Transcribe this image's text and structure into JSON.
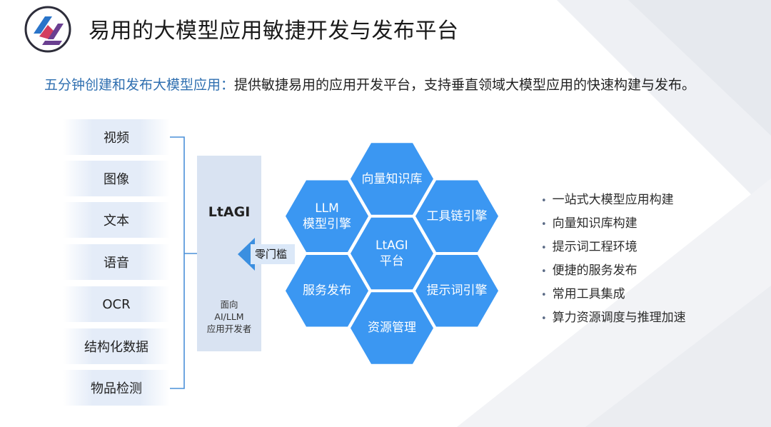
{
  "slide": {
    "title": "易用的大模型应用敏捷开发与发布平台",
    "subtitle_highlight": "五分钟创建和发布大模型应用：",
    "subtitle_rest": "提供敏捷易用的应用开发平台，支持垂直领域大模型应用的快速构建与发布。",
    "logo_icon": "ltagi-logo-icon"
  },
  "sources": [
    "视频",
    "图像",
    "文本",
    "语音",
    "OCR",
    "结构化数据",
    "物品检测"
  ],
  "ltagi": {
    "name": "LtAGI",
    "desc_lines": [
      "面向",
      "AI/LLM",
      "应用开发者"
    ]
  },
  "arrow": {
    "label": "零门槛"
  },
  "hexagons": {
    "center": [
      "LtAGI",
      "平台"
    ],
    "top": [
      "向量知识库"
    ],
    "upper_left": [
      "LLM",
      "模型引擎"
    ],
    "upper_right": [
      "工具链引擎"
    ],
    "lower_left": [
      "服务发布"
    ],
    "lower_right": [
      "提示词引擎"
    ],
    "bottom": [
      "资源管理"
    ]
  },
  "features": [
    "一站式大模型应用构建",
    "向量知识库构建",
    "提示词工程环境",
    "便捷的服务发布",
    "常用工具集成",
    "算力资源调度与推理加速"
  ],
  "colors": {
    "hex_fill": "#3b97f2",
    "accent_text": "#2f6fb0",
    "panel": "#d9e3f2",
    "bracket": "#4a90d9"
  }
}
